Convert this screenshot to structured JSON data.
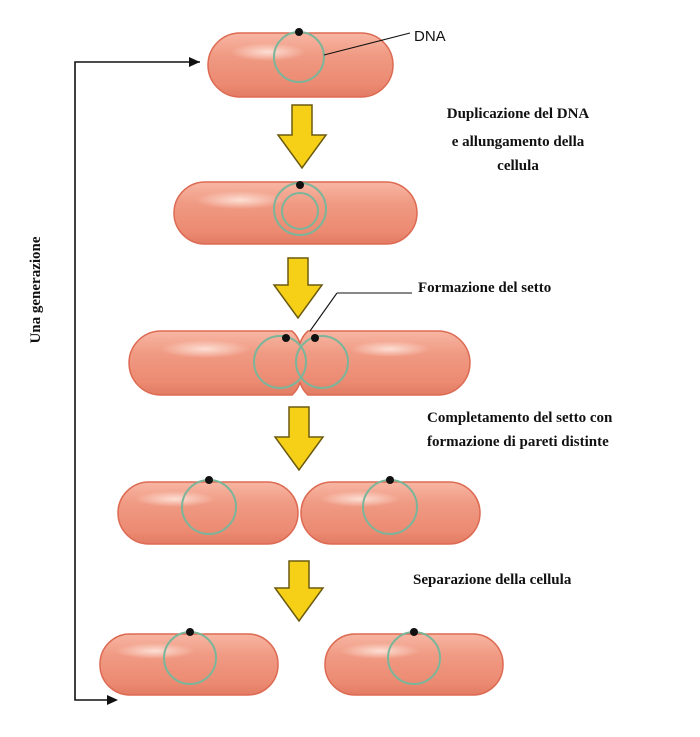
{
  "labels": {
    "dna": "DNA",
    "generation": "Una generazione"
  },
  "steps": [
    {
      "line1": "Duplicazione del DNA",
      "line2": "e allungamento della",
      "line3": "cellula"
    },
    {
      "line1": "Formazione del setto"
    },
    {
      "line1": "Completamento del setto con",
      "line2": "formazione di pareti distinte"
    },
    {
      "line1": "Separazione della cellula"
    }
  ],
  "colors": {
    "cell_fill": "#ef8f78",
    "cell_edge": "#d9604a",
    "cell_highlight": "#fbd3c6",
    "dna_ring": "#7ab59a",
    "origin_dot": "#111111",
    "arrow_fill": "#f5d016",
    "arrow_stroke": "#6b5a10",
    "loop_line": "#111111"
  }
}
